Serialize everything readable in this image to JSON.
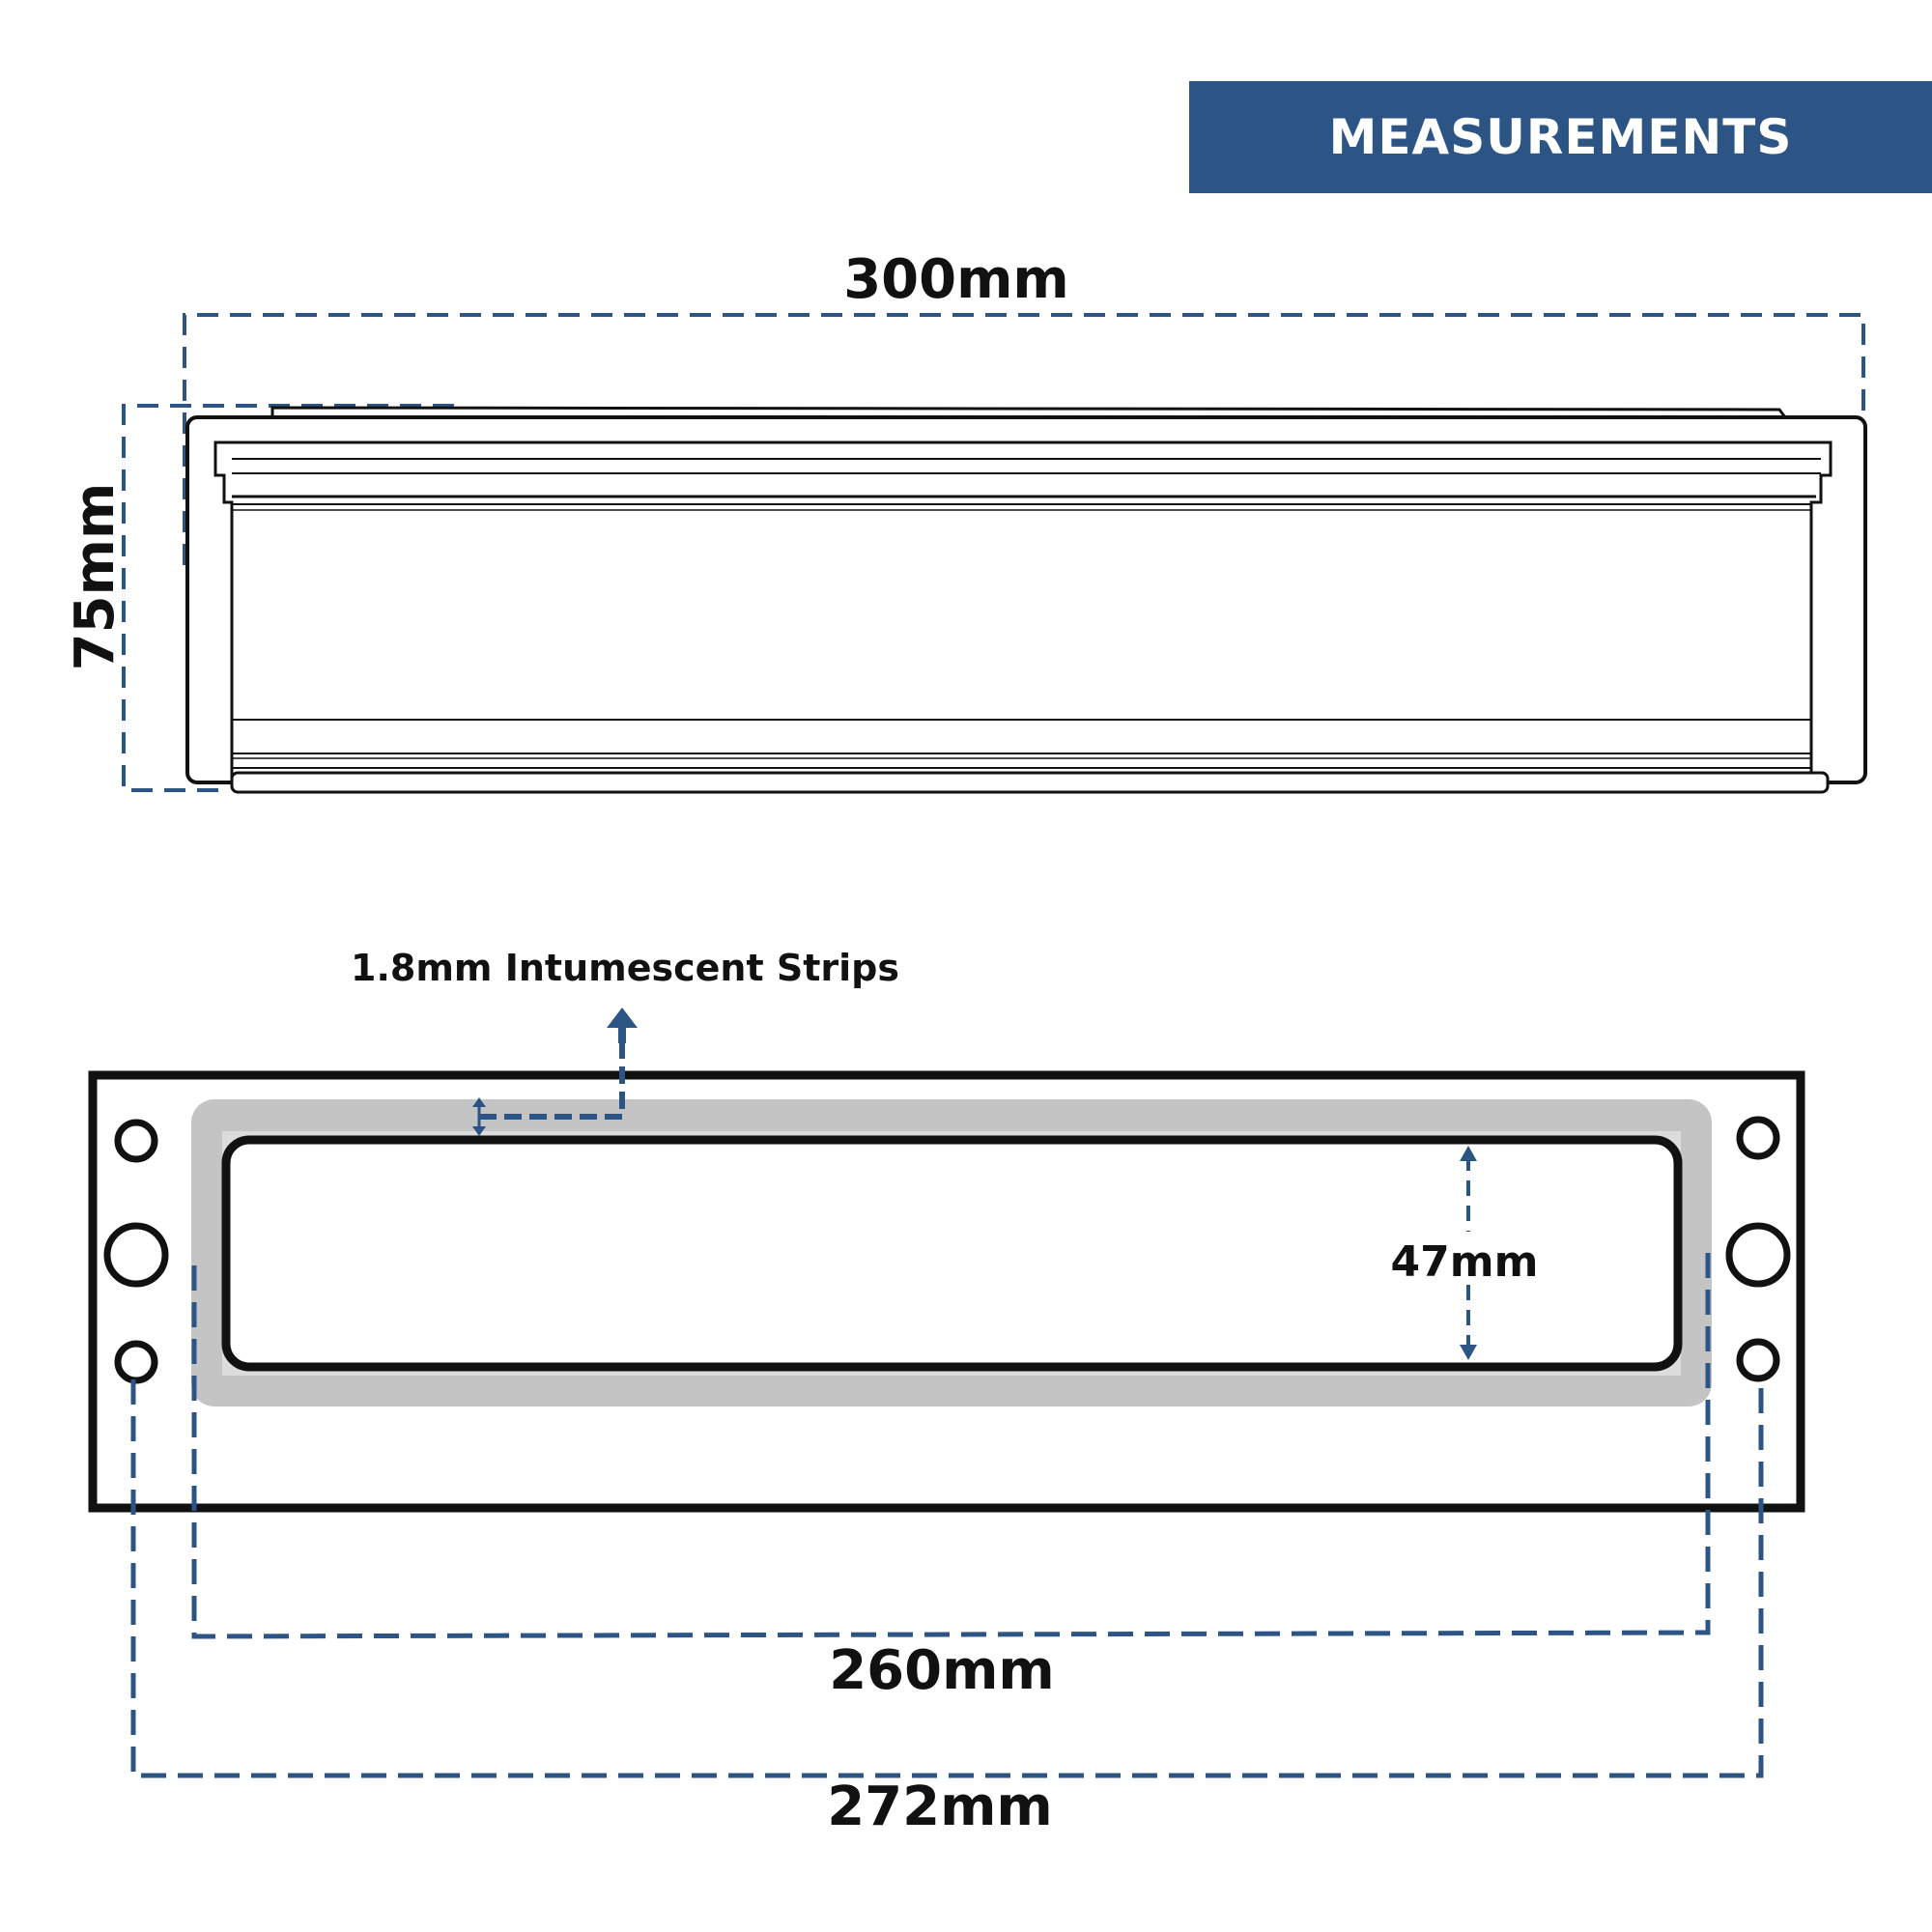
{
  "header": {
    "title": "MEASUREMENTS"
  },
  "colors": {
    "accent": "#2c5586",
    "outline": "#111111",
    "strip": "#c4c4c4",
    "background": "#ffffff"
  },
  "top_view": {
    "width_label": "300mm",
    "height_label": "75mm"
  },
  "front_view": {
    "strip_label": "1.8mm Intumescent Strips",
    "opening_height_label": "47mm",
    "inner_width_label": "260mm",
    "outer_width_label": "272mm"
  }
}
